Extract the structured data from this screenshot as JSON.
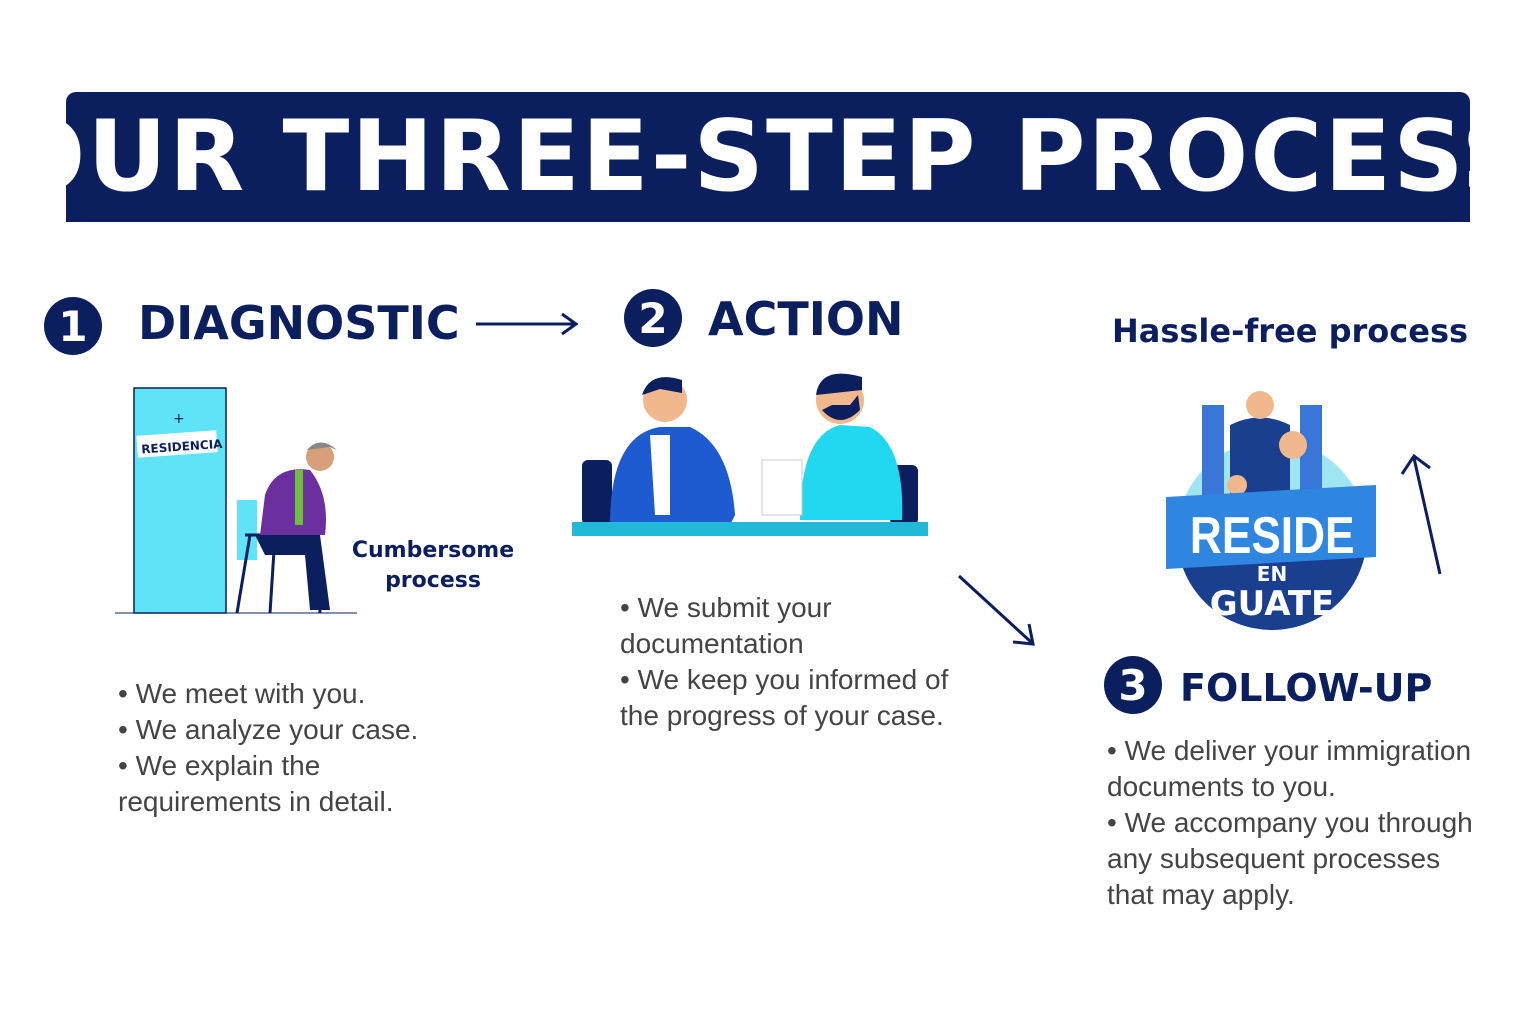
{
  "title": "OUR THREE-STEP PROCESS",
  "steps": [
    {
      "number": "1",
      "name": "DIAGNOSTIC",
      "caption": [
        "Cumbersome",
        "process"
      ],
      "sign": "RESIDENCIA",
      "bullets": [
        "• We meet with you.",
        "• We analyze your case.",
        "• We explain the",
        "requirements in detail."
      ]
    },
    {
      "number": "2",
      "name": "ACTION",
      "bullets": [
        "• We submit your",
        "documentation",
        "• We keep you informed of",
        "the progress of your case."
      ]
    },
    {
      "number": "3",
      "name": "FOLLOW-UP",
      "caption": "Hassle-free process",
      "bullets": [
        "• We deliver your immigration",
        "documents to you.",
        "• We accompany you through",
        "any subsequent processes",
        "that may apply."
      ]
    }
  ],
  "logo": {
    "line1": "RESIDE",
    "line2": "EN",
    "line3": "GUATE"
  },
  "colors": {
    "navy": "#0b1f5e",
    "cyan": "#5ee3f7",
    "blue": "#1e5bd0"
  }
}
